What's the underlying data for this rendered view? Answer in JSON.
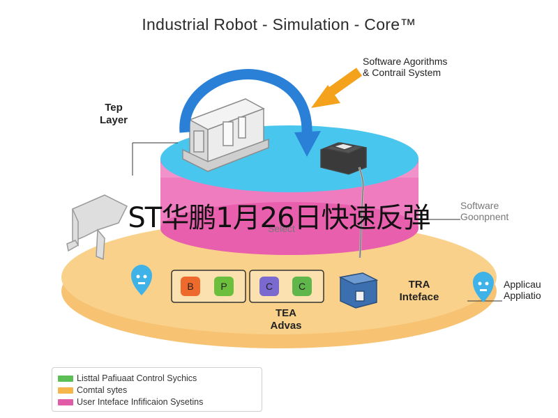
{
  "title": "Industrial Robot - Simulation - Core™",
  "callouts": {
    "software_line1": "Software Agorithms",
    "software_line2": "& Contrail System",
    "top_layer_line1": "Tep",
    "top_layer_line2": "Layer",
    "software_component_line1": "Software",
    "software_component_line2": "Goonpnent",
    "select": "Select",
    "tra_line1": "TRA",
    "tra_line2": "Inteface",
    "tea_line1": "TEA",
    "tea_line2": "Advas",
    "app_line1": "Applicau",
    "app_line2": "Appliatio"
  },
  "blocks": [
    {
      "label": "B",
      "color": "#ee6a2c"
    },
    {
      "label": "P",
      "color": "#6bbf3d"
    },
    {
      "label": "C",
      "color": "#7a6ad0"
    },
    {
      "label": "C",
      "color": "#5fb64a"
    }
  ],
  "overlay_text": "ST华鹏1月26日快速反弹",
  "legend": [
    {
      "label": "Listtal Pafiuaat Control Sychics",
      "color": "#5cbf55"
    },
    {
      "label": "Comtal sytes",
      "color": "#f6b54a"
    },
    {
      "label": "User Inteface Infificaion Sysetins",
      "color": "#e05ca6"
    }
  ],
  "colors": {
    "cyan": "#49c6ee",
    "pink": "#f07cc0",
    "orange_disk": "#f8c874",
    "arrow_blue": "#2a7fd6",
    "arrow_orange": "#f4a11c"
  }
}
